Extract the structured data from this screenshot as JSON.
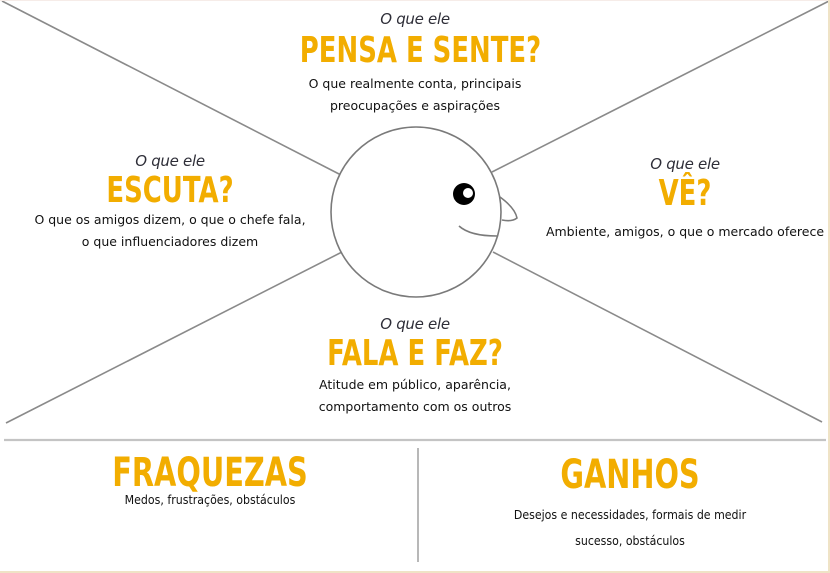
{
  "diagram": {
    "type": "empathy-map",
    "colors": {
      "title": "#f2ad00",
      "kicker": "#2e2e38",
      "text": "#111111",
      "lines": "#8a8a8a",
      "dividers": "#bdbdbd",
      "frame_edge": "#efe3c6"
    },
    "center": {
      "icon": "face-icon"
    },
    "sections": {
      "pensa": {
        "kicker": "O que ele",
        "title": "PENSA E SENTE?",
        "lines": [
          "O que realmente conta, principais",
          "preocupações e aspirações"
        ]
      },
      "escuta": {
        "kicker": "O que ele",
        "title": "ESCUTA?",
        "lines": [
          "O que os amigos dizem, o que o chefe fala,",
          "o que influenciadores dizem"
        ]
      },
      "ve": {
        "kicker": "O que ele",
        "title": "VÊ?",
        "lines": [
          "Ambiente, amigos, o que o mercado oferece"
        ]
      },
      "fala": {
        "kicker": "O que ele",
        "title": "FALA E FAZ?",
        "lines": [
          "Atitude em público, aparência,",
          "comportamento com os outros"
        ]
      },
      "fraquezas": {
        "title": "FRAQUEZAS",
        "lines": [
          "Medos, frustrações, obstáculos"
        ]
      },
      "ganhos": {
        "title": "GANHOS",
        "lines": [
          "Desejos e necessidades, formais de medir",
          "sucesso, obstáculos"
        ]
      }
    }
  }
}
